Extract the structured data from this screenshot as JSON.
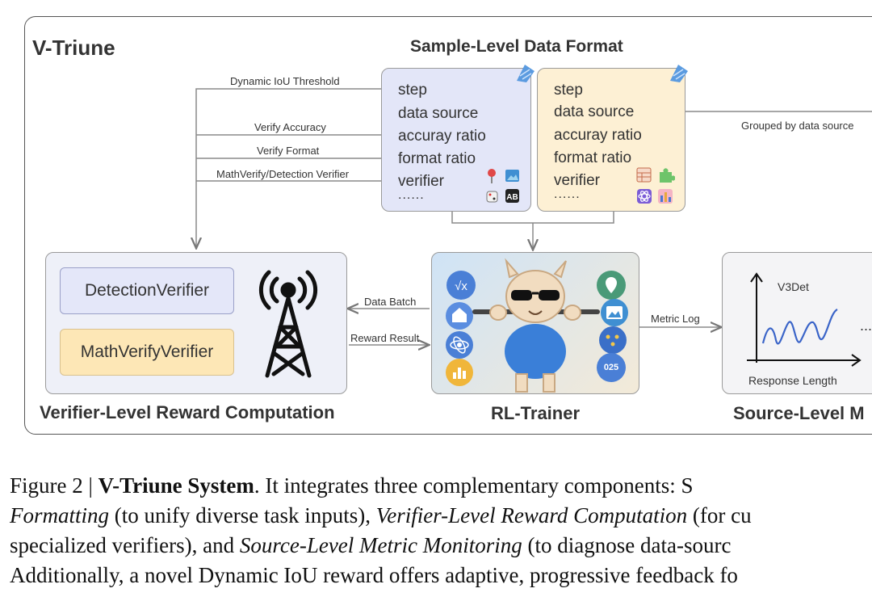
{
  "diagram": {
    "system_title": "V-Triune",
    "data_format_title": "Sample-Level Data Format",
    "sample_card_fields": [
      "step",
      "data source",
      "accuray ratio",
      "format ratio",
      "verifier",
      "......"
    ],
    "connector_labels": {
      "dynamic_iou": "Dynamic IoU Threshold",
      "verify_accuracy": "Verify Accuracy",
      "verify_format": "Verify Format",
      "math_detection": "MathVerify/Detection Verifier",
      "grouped": "Grouped by data source",
      "data_batch": "Data Batch",
      "reward_result": "Reward Result",
      "metric_log": "Metric Log"
    },
    "verifier_section": {
      "title": "Verifier-Level Reward Computation",
      "detection_label": "DetectionVerifier",
      "math_label": "MathVerifyVerifier"
    },
    "trainer_section": {
      "title": "RL-Trainer",
      "badge_text": "025"
    },
    "source_section": {
      "title": "Source-Level M",
      "series_label": "V3Det",
      "x_axis_label": "Response Length",
      "ellipsis": "..."
    },
    "icons": [
      "tower-icon",
      "pin-icon",
      "image-icon",
      "dice-icon",
      "ab-icon",
      "table-icon",
      "puzzle-icon",
      "atom-icon",
      "bar-chart-icon",
      "llama-mascot",
      "sqrt-icon",
      "school-icon",
      "location-icon",
      "dots-icon"
    ],
    "colors": {
      "blue_card": "#e3e6f8",
      "yellow_card": "#fdf0d4",
      "math_box": "#fde7b6",
      "detection_box": "#e4e7f9",
      "chart_line": "#3a64c8"
    }
  },
  "caption": {
    "figure_num": "Figure 2 | ",
    "figure_title": "V-Triune System",
    "line1_rest": ". It integrates three complementary components: S",
    "line2_a": "Formatting",
    "line2_b": " (to unify diverse task inputs), ",
    "line2_c": "Verifier-Level Reward Computation",
    "line2_d": " (for cu",
    "line3_a": "specialized verifiers), and ",
    "line3_b": "Source-Level Metric Monitoring",
    "line3_c": " (to diagnose data-sourc",
    "line4": "Additionally, a novel Dynamic IoU reward offers adaptive, progressive feedback fo"
  }
}
